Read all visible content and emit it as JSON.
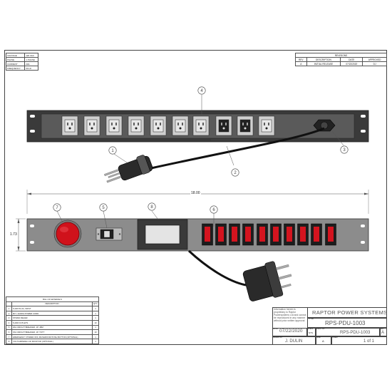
{
  "specs": [
    {
      "label": "VOLTAGE",
      "value": "120 VAC"
    },
    {
      "label": "PHASE",
      "value": "1 PHASE"
    },
    {
      "label": "CURRENT",
      "value": "20A"
    },
    {
      "label": "FREQUENCY",
      "value": "60 Hz"
    }
  ],
  "revisions": {
    "title": "REVISIONS",
    "headers": [
      "REV",
      "DESCRIPTION",
      "DATE",
      "APPROVED"
    ],
    "rows": [
      [
        "A",
        "INITIAL RELEASE",
        "07/22/2020",
        "DJ"
      ]
    ]
  },
  "callouts": [
    "1",
    "2",
    "3",
    "4",
    "5",
    "6",
    "7",
    "8"
  ],
  "dimensions": {
    "width": "18.00",
    "height": "1.73"
  },
  "bom": {
    "title": "BILL OF MATERIALS",
    "headers": [
      "",
      "DESCRIPTION",
      "QTY"
    ],
    "rows": [
      [
        "1",
        "5-20P PLUG, INPUT",
        "1"
      ],
      [
        "2",
        "6FT, 12AWG POWER CORD",
        "1"
      ],
      [
        "3",
        "STRAIN RELIEF",
        "1"
      ],
      [
        "4",
        "5-20R OUTLETS",
        "10"
      ],
      [
        "5",
        "20A CIRCUIT BREAKER, 1P, 48M",
        "1"
      ],
      [
        "6",
        "15A CIRCUIT BREAKER, 1P, TOTT",
        "10"
      ],
      [
        "7",
        "EMERGENCY POWER OFF, MUSHROOM PUSH BUTTON (OPTIONAL)",
        "1"
      ],
      [
        "8",
        "VOLT/AMPERE LCD MONITOR (OPTIONAL)",
        "1"
      ]
    ]
  },
  "title_block": {
    "notice": "Information herein is proprietary to Raptor Powersystems Ltd and cannot be reproduced in any manner without prior written approval",
    "company": "RAPTOR POWER SYSTEMS",
    "title_label": "TITLE",
    "title": "RPS-PDU-1003",
    "date_label": "DATE",
    "date": "07/22/2020",
    "scale_label": "SCALE",
    "scale": "NTS",
    "dwg_label": "DWG. NO.",
    "dwg": "RPS-PDU-1003",
    "rev_label": "REV",
    "rev": "A",
    "drawn_label": "DRAWN BY",
    "drawn": "J. DULIN",
    "sheet_label": "SHEET",
    "sheet": "1 of 1",
    "size_label": "SIZE",
    "size": "A"
  }
}
